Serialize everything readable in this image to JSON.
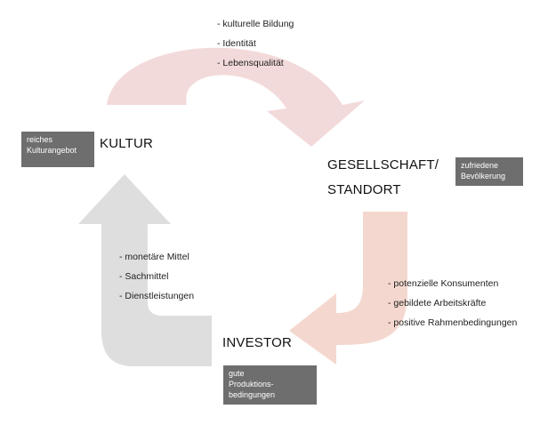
{
  "nodes": {
    "kultur": {
      "label": "KULTUR"
    },
    "gesellschaft": {
      "lines": [
        "GESELLSCHAFT/",
        "STANDORT"
      ]
    },
    "investor": {
      "label": "INVESTOR"
    }
  },
  "boxes": {
    "kultur": {
      "lines": [
        "reiches",
        "Kulturangebot"
      ]
    },
    "gesellschaft": {
      "lines": [
        "zufriedene",
        "Bevölkerung"
      ]
    },
    "investor": {
      "lines": [
        "gute",
        "Produktions-",
        "bedingungen"
      ]
    }
  },
  "flows": {
    "kultur_to_gesellschaft": [
      "- kulturelle Bildung",
      "- Identität",
      "- Lebensqualität"
    ],
    "gesellschaft_to_investor": [
      "- potenzielle Konsumenten",
      "- gebildete Arbeitskräfte",
      "- positive Rahmenbedingungen"
    ],
    "investor_to_kultur": [
      "- monetäre Mittel",
      "- Sachmittel",
      "- Dienstleistungen"
    ]
  },
  "colors": {
    "arrow_top": "#f3dada",
    "arrow_right": "#f4d8cf",
    "arrow_left": "#dedede",
    "box_fill": "#6e6e6e",
    "box_text": "#ffffff"
  }
}
